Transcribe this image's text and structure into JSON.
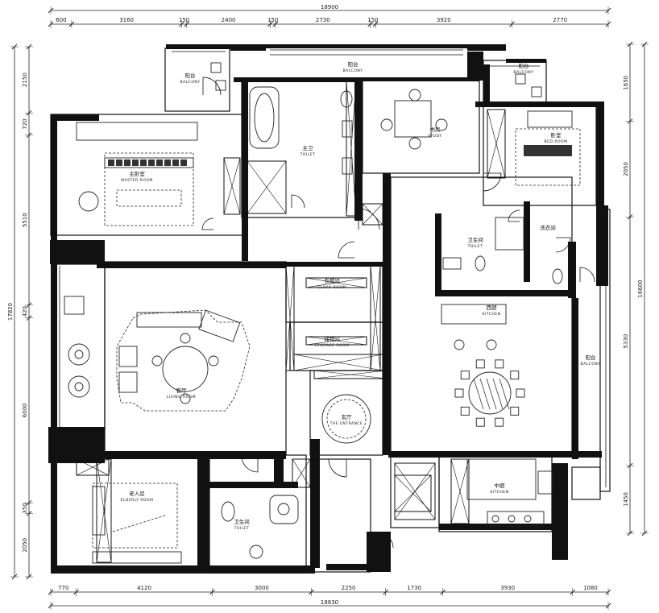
{
  "dimensions": {
    "top_total": "18900",
    "top_segments": [
      "600",
      "3160",
      "150",
      "2400",
      "150",
      "2730",
      "150",
      "3920",
      "2770"
    ],
    "bottom_total": "18830",
    "bottom_segments": [
      "770",
      "4120",
      "3000",
      "2250",
      "1730",
      "3930",
      "1080"
    ],
    "left_total": "17820",
    "left_segments": [
      "2150",
      "720",
      "5510",
      "420",
      "6000",
      "350",
      "2050"
    ],
    "right_total": "16600",
    "right_segments": [
      "1650",
      "2050",
      "5330",
      "1450"
    ]
  },
  "rooms": [
    {
      "id": "balcony-nw",
      "cn": "阳台",
      "en": "BALCONY"
    },
    {
      "id": "balcony-n",
      "cn": "阳台",
      "en": "BALCONY"
    },
    {
      "id": "balcony-ne",
      "cn": "阳台",
      "en": "BALCONY"
    },
    {
      "id": "bathroom-main",
      "cn": "主卫",
      "en": "TOILET"
    },
    {
      "id": "master-bedroom",
      "cn": "主卧室",
      "en": "MASTER ROOM"
    },
    {
      "id": "study",
      "cn": "书房",
      "en": "STUDY"
    },
    {
      "id": "bedroom-ne",
      "cn": "卧室",
      "en": "BED ROOM"
    },
    {
      "id": "toilet-mid",
      "cn": "卫生间",
      "en": "TOILET"
    },
    {
      "id": "laundry",
      "cn": "洗衣间",
      "en": ""
    },
    {
      "id": "cloakroom",
      "cn": "衣帽间",
      "en": "CLOAK ROOM"
    },
    {
      "id": "storage",
      "cn": "储物间",
      "en": "STORAGE ROOM"
    },
    {
      "id": "kitchen-west",
      "cn": "西厨",
      "en": "KITCHEN"
    },
    {
      "id": "living-room",
      "cn": "客厅",
      "en": "LIVING ROOM"
    },
    {
      "id": "foyer",
      "cn": "玄厅",
      "en": "THE ENTRANCE"
    },
    {
      "id": "dining-balcony",
      "cn": "阳台",
      "en": "BALCONY"
    },
    {
      "id": "kitchen",
      "cn": "中厨",
      "en": "KITCHEN"
    },
    {
      "id": "bedroom-sw",
      "cn": "老人房",
      "en": "ELDERLY ROOM"
    },
    {
      "id": "toilet-sw",
      "cn": "卫生间",
      "en": "TOILET"
    }
  ]
}
